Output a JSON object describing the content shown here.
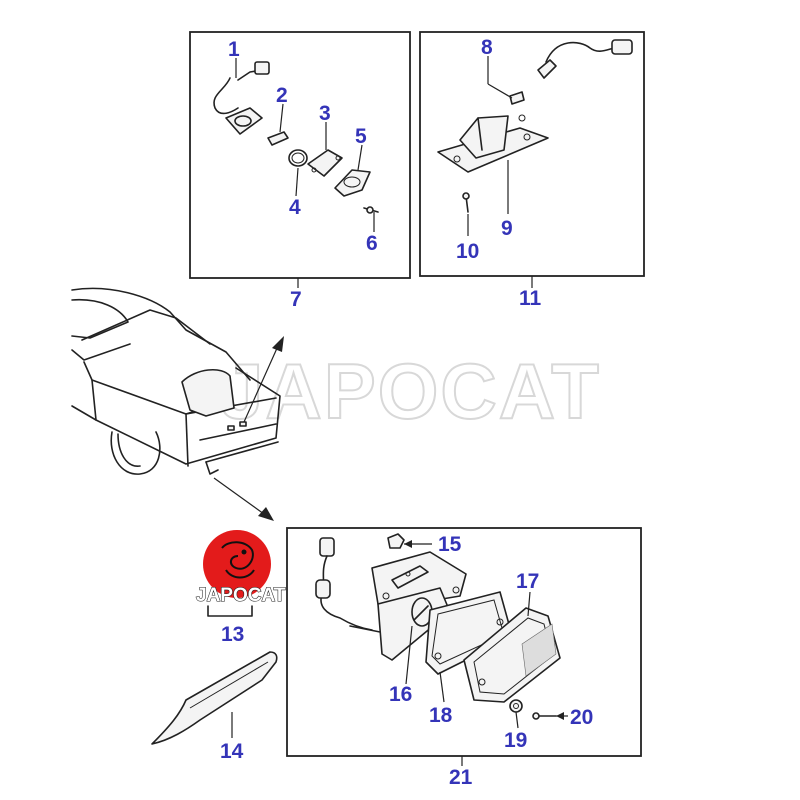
{
  "watermark": "JAPOCAT",
  "logo": {
    "text": "JAPOCAT",
    "color": "#e31b1b"
  },
  "callout_color": "#3434b8",
  "groups": [
    {
      "id": "7",
      "label": "7",
      "parts": [
        "1",
        "2",
        "3",
        "4",
        "5",
        "6"
      ]
    },
    {
      "id": "11",
      "label": "11",
      "parts": [
        "8",
        "9",
        "10"
      ]
    },
    {
      "id": "21",
      "label": "21",
      "parts": [
        "15",
        "16",
        "17",
        "18",
        "19",
        "20"
      ]
    }
  ],
  "callouts": {
    "p1": "1",
    "p2": "2",
    "p3": "3",
    "p4": "4",
    "p5": "5",
    "p6": "6",
    "p7": "7",
    "p8": "8",
    "p9": "9",
    "p10": "10",
    "p11": "11",
    "p13": "13",
    "p14": "14",
    "p15": "15",
    "p16": "16",
    "p17": "17",
    "p18": "18",
    "p19": "19",
    "p20": "20",
    "p21": "21"
  }
}
